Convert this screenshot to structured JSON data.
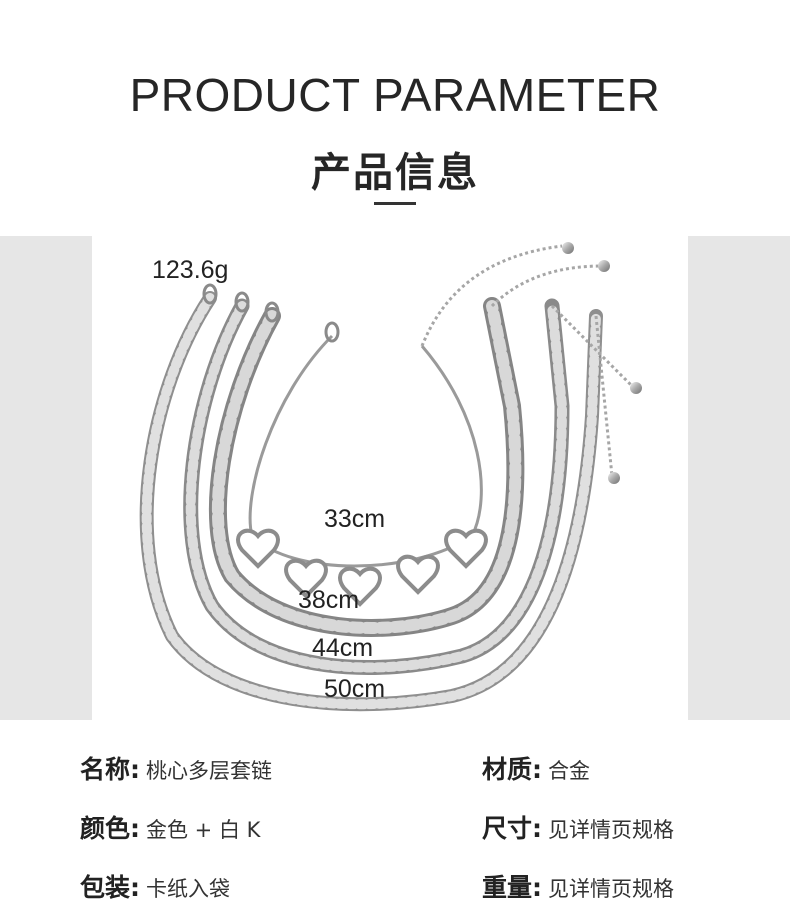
{
  "header": {
    "title_en": "PRODUCT PARAMETER",
    "title_cn": "产品信息"
  },
  "product_image": {
    "weight": "123.6g",
    "lengths": [
      "33cm",
      "38cm",
      "44cm",
      "50cm"
    ]
  },
  "specs": [
    {
      "key": "名称:",
      "value": "桃心多层套链"
    },
    {
      "key": "材质:",
      "value": "合金"
    },
    {
      "key": "颜色:",
      "value": "金色 + 白 K"
    },
    {
      "key": "尺寸:",
      "value": "见详情页规格"
    },
    {
      "key": "包装:",
      "value": "卡纸入袋"
    },
    {
      "key": "重量:",
      "value": "见详情页规格"
    }
  ],
  "colors": {
    "background": "#ffffff",
    "side_panel": "#e6e6e6",
    "text": "#262626",
    "chain_silver": "#b8b8b8"
  }
}
